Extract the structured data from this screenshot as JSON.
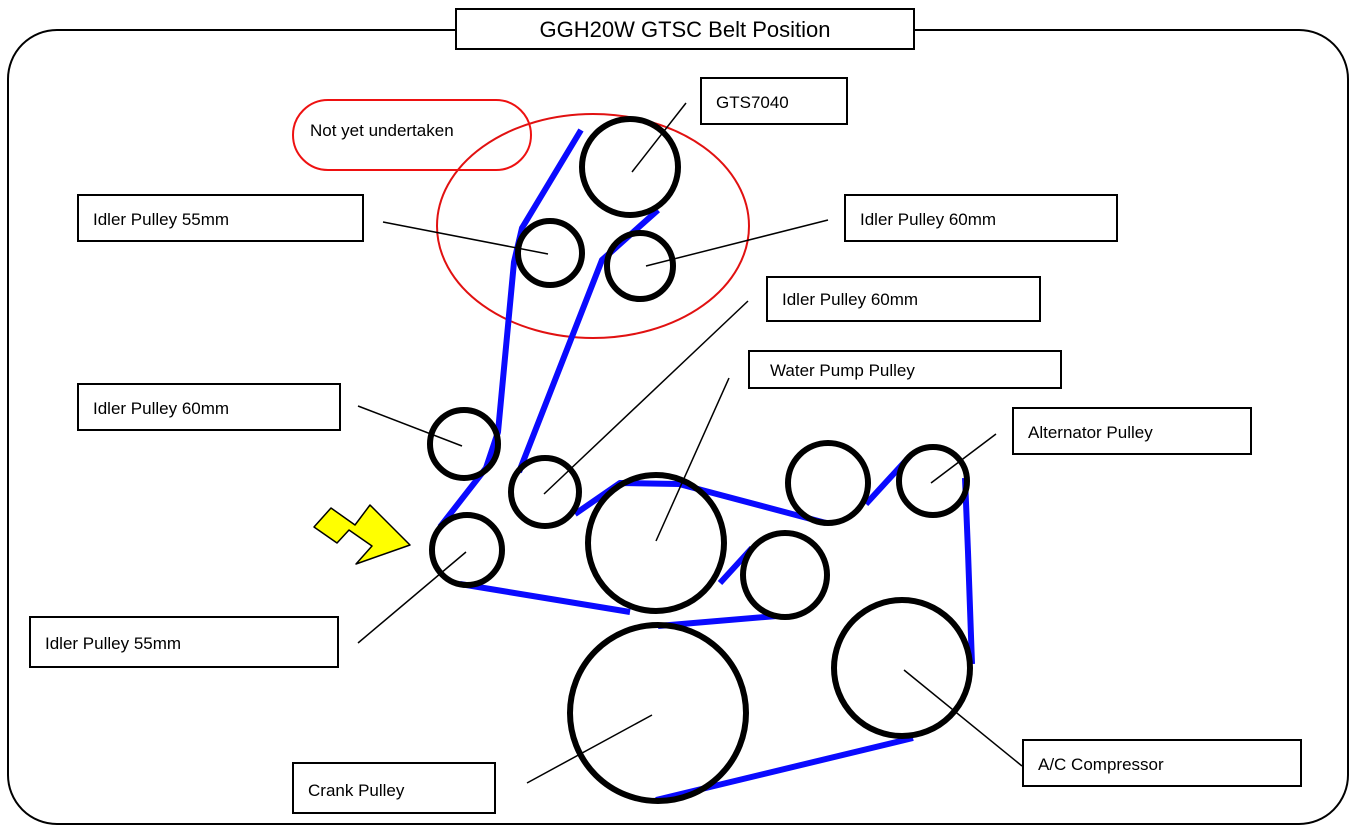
{
  "title": "GGH20W GTSC Belt Position",
  "note": "Not yet undertaken",
  "labels": {
    "gts7040": "GTS7040",
    "idler55_top": "Idler Pulley 55mm",
    "idler60_top_right": "Idler Pulley 60mm",
    "idler60_mid": "Idler Pulley 60mm",
    "water_pump": "Water Pump Pulley",
    "idler60_left": "Idler Pulley 60mm",
    "alternator": "Alternator Pulley",
    "idler55_bottom": "Idler Pulley 55mm",
    "ac_compressor": "A/C Compressor",
    "crank": "Crank Pulley"
  },
  "colors": {
    "belt": "#0a0aff",
    "pulley": "#000000",
    "highlight": "#e11111",
    "arrow": "#ffff00"
  }
}
